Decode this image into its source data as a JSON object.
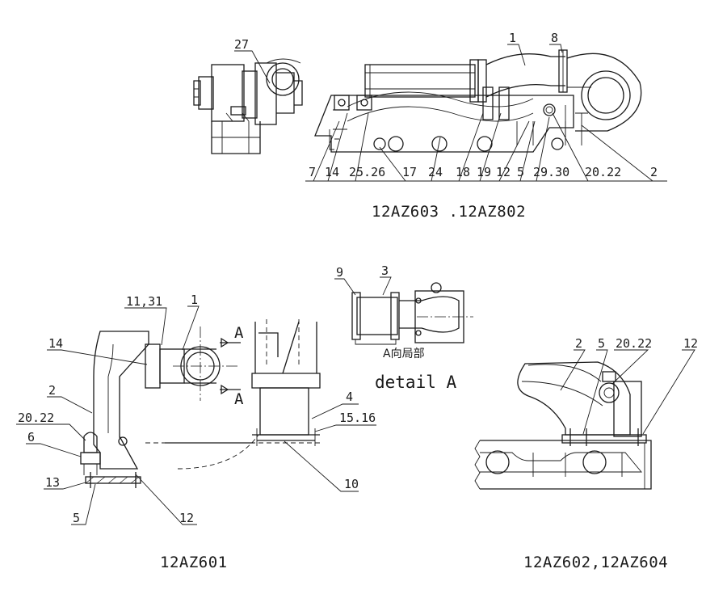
{
  "captions": {
    "top": "12AZ603 .12AZ802",
    "bottom_left": "12AZ601",
    "bottom_right": "12AZ602,12AZ604"
  },
  "detail": {
    "cn": "A向局部",
    "en": "detail A",
    "section_mark": "A"
  },
  "top_labels": {
    "turbo": "27",
    "pipe": "1",
    "clamp": "8",
    "l7": "7",
    "l14": "14",
    "l25_26": "25.26",
    "l17": "17",
    "l24": "24",
    "l18": "18",
    "l19": "19",
    "l12": "12",
    "l5": "5",
    "l29_30": "29.30",
    "l20_22": "20.22",
    "l2": "2"
  },
  "left_labels": {
    "l11_31": "11,31",
    "l1": "1",
    "l14": "14",
    "l2": "2",
    "l20_22": "20.22",
    "l6": "6",
    "l13": "13",
    "l5": "5",
    "l12": "12",
    "l4": "4",
    "l15_16": "15.16",
    "l10": "10"
  },
  "detail_labels": {
    "l9": "9",
    "l3": "3"
  },
  "right_labels": {
    "l2": "2",
    "l5": "5",
    "l20_22": "20.22",
    "l12": "12"
  }
}
